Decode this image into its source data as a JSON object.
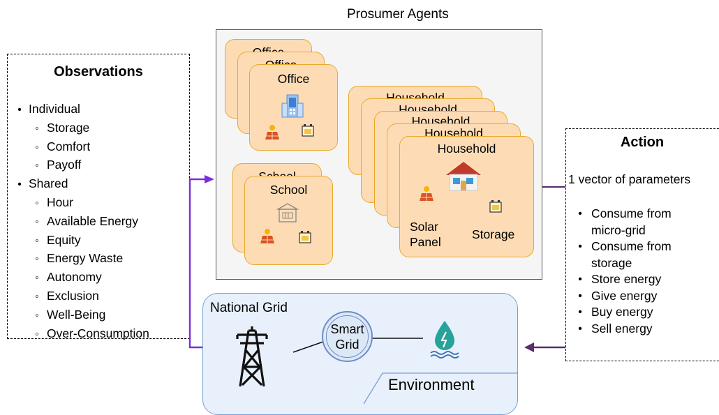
{
  "prosumer": {
    "title": "Prosumer Agents",
    "office_labels": [
      "Office",
      "Office",
      "Office"
    ],
    "school_labels": [
      "School",
      "School"
    ],
    "household_labels": [
      "Household",
      "Household",
      "Household",
      "Household",
      "Household"
    ],
    "solar_panel_label": "Solar\nPanel",
    "storage_label": "Storage"
  },
  "observations": {
    "title": "Observations",
    "groups": [
      {
        "label": "Individual",
        "items": [
          "Storage",
          "Comfort",
          "Payoff"
        ]
      },
      {
        "label": "Shared",
        "items": [
          "Hour",
          "Available Energy",
          "Equity",
          "Energy Waste",
          "Autonomy",
          "Exclusion",
          "Well-Being",
          "Over-Consumption"
        ]
      }
    ]
  },
  "action": {
    "title": "Action",
    "subtitle": "1 vector of parameters",
    "items": [
      "Consume from\nmicro-grid",
      "Consume from\nstorage",
      "Store energy",
      "Give energy",
      "Buy energy",
      "Sell energy"
    ]
  },
  "environment": {
    "national_grid_label": "National Grid",
    "smart_grid_label": "Smart\nGrid",
    "environment_label": "Environment"
  },
  "colors": {
    "purple_arrow": "#7b2fd6",
    "dark_purple_arrow": "#5a2d6e",
    "card_fill": "#fddcb5",
    "card_border": "#e8a92a",
    "env_fill": "#e8f0fb"
  },
  "icons": [
    "office-building-icon",
    "solar-panel-icon",
    "battery-icon",
    "school-icon",
    "house-icon",
    "transmission-tower-icon",
    "hydro-water-icon"
  ]
}
